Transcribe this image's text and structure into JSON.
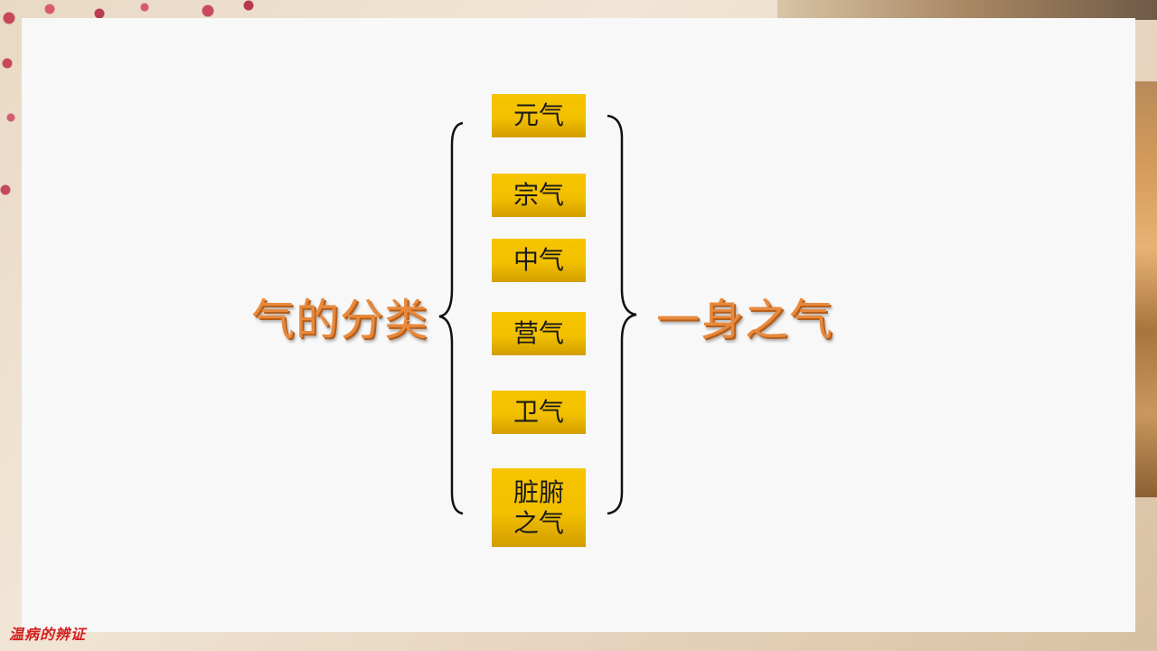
{
  "diagram": {
    "left_label": "气的分类",
    "right_label": "一身之气",
    "items": [
      {
        "label": "元气"
      },
      {
        "label": "宗气"
      },
      {
        "label": "中气"
      },
      {
        "label": "营气"
      },
      {
        "label": "卫气"
      },
      {
        "label": "脏腑\n之气"
      }
    ]
  },
  "footer": {
    "label": "温病的辨证"
  },
  "colors": {
    "box_fill": "#f2c000",
    "label_text": "#e8893c",
    "footer_text": "#d41e1e"
  }
}
